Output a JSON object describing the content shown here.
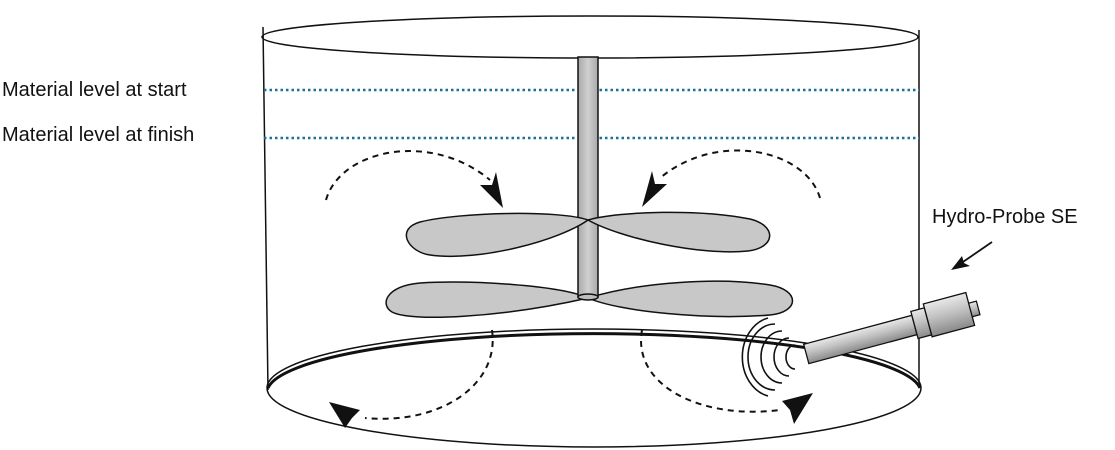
{
  "labels": {
    "level_start": "Material level at start",
    "level_finish": "Material level at finish",
    "probe": "Hydro-Probe SE"
  },
  "colors": {
    "outline": "#111111",
    "blade_fill": "#c8c8c8",
    "shaft_fill": "#bdbdbd",
    "level_line": "#1c6f96",
    "probe_fill": "#c4c4c4"
  }
}
